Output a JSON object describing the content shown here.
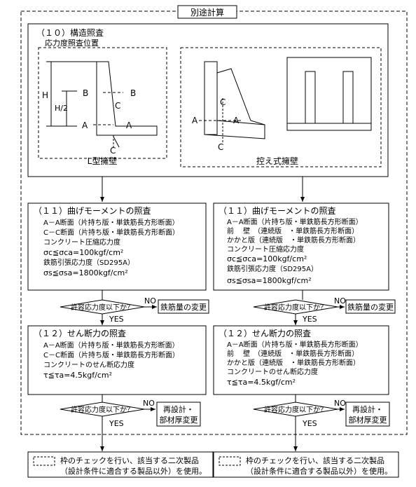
{
  "frame_title": "別途計算",
  "structure": {
    "heading": "（１０）構造照査",
    "subheading": "応力度照査位置",
    "left_caption": "L型擁壁",
    "right_caption": "控え式擁壁",
    "labels": {
      "H": "H",
      "H2": "H/2",
      "A": "A",
      "B": "B",
      "C": "C"
    }
  },
  "left": {
    "bending": {
      "heading": "（１１）曲げモーメントの照査",
      "lines": [
        "A－A断面（片持ち版・単鉄筋長方形断面）",
        "C－C断面（片持ち版・単鉄筋長方形断面）",
        "コンクリート圧縮応力度",
        "σc≦σca=100kgf/cm²",
        "鉄筋引張応力度（SD295A）",
        "σs≦σsa=1800kgf/cm²"
      ]
    },
    "decision1": {
      "question": "許容応力度以下か？",
      "no": "NO",
      "yes": "YES",
      "action": "鉄筋量の変更"
    },
    "shear": {
      "heading": "（１２）せん断力の照査",
      "lines": [
        "A－A断面（片持ち版・単鉄筋長方形断面）",
        "C－C断面（片持ち版・単鉄筋長方形断面）",
        "コンクリートのせん断応力度",
        "τ≦τa=4.5kgf/cm²"
      ]
    },
    "decision2": {
      "question": "許容応力度以下か？",
      "no": "NO",
      "yes": "YES",
      "action": [
        "再設計・",
        "部材厚変更"
      ]
    },
    "bottom": [
      "枠のチェックを行い、該当する二次製品",
      "（設計条件に適合する製品以外）を使用。"
    ]
  },
  "right": {
    "bending": {
      "heading": "（１１）曲げモーメントの照査",
      "lines": [
        "A－A断面（片持ち版・単鉄筋長方形断面）",
        "前　 壁　（連続版　・単鉄筋長方形断面）",
        "かかと版（連続版　・単鉄筋長方形断面）",
        "コンクリート圧縮応力度",
        "σc≦σca=100kgf/cm²",
        "鉄筋引張応力度（SD295A）",
        "σs≦σsa=1800kgf/cm²"
      ]
    },
    "decision1": {
      "question": "許容応力度以下か？",
      "no": "NO",
      "yes": "YES",
      "action": "鉄筋量の変更"
    },
    "shear": {
      "heading": "（１２）せん断力の照査",
      "lines": [
        "A－A断面（片持ち版・単鉄筋長方形断面）",
        "前　 壁　（連続版　・単鉄筋長方形断面）",
        "かかと版（連続版　・単鉄筋長方形断面）",
        "コンクリートのせん断応力度",
        "τ≦τa=4.5kgf/cm²"
      ]
    },
    "decision2": {
      "question": "許容応力度以下か？",
      "no": "NO",
      "yes": "YES",
      "action": [
        "再設計・",
        "部材厚変更"
      ]
    },
    "bottom": [
      "枠のチェックを行い、該当する二次製品",
      "（設計条件に適合する製品以外）を使用。"
    ]
  }
}
